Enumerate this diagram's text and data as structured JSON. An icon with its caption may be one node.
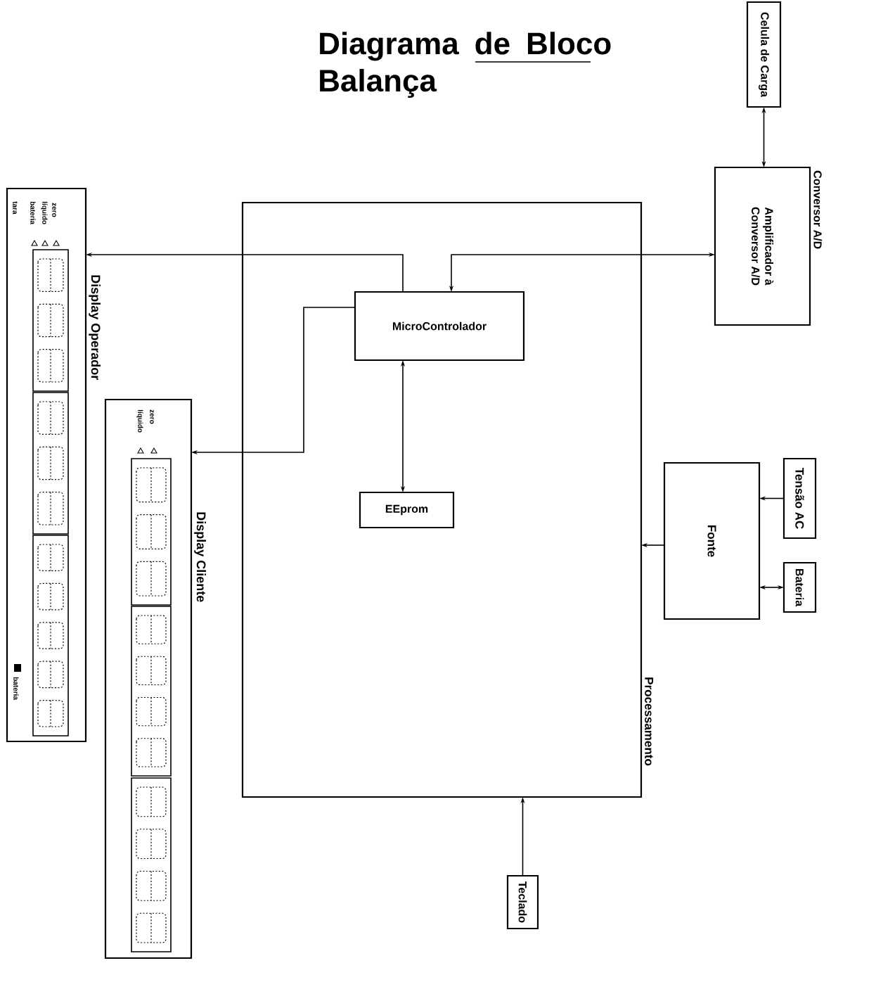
{
  "diagram": {
    "title": "Diagrama de Bloco Balança",
    "nodes": [
      {
        "text": [
          "Celula de Carga"
        ]
      },
      {
        "text": [
          "Conversor A/D",
          "Amplificador à Conversor A/D"
        ]
      },
      {
        "text": [
          "Processamento"
        ]
      },
      {
        "text": [
          "MicroControlador"
        ],
        "in": 2
      },
      {
        "text": [
          "EEprom"
        ],
        "in": 2
      },
      {
        "text": [
          "Display Operador",
          "zero",
          "líquido",
          "bateria",
          "tara",
          "bateria"
        ]
      },
      {
        "text": [
          "Display Cliente",
          "zero",
          "líquido"
        ]
      },
      {
        "text": [
          "Fonte"
        ]
      },
      {
        "text": [
          "Tensão AC"
        ]
      },
      {
        "text": [
          "Bateria"
        ]
      },
      {
        "text": [
          "Teclado"
        ]
      }
    ],
    "edges": [
      {
        "from": 0,
        "to": 1,
        "arrow": "both"
      },
      {
        "from": 3,
        "to": 1,
        "arrow": "both"
      },
      {
        "from": 3,
        "to": 5,
        "arrow": "to"
      },
      {
        "from": 3,
        "to": 6,
        "arrow": "to"
      },
      {
        "from": 3,
        "to": 4,
        "arrow": "both"
      },
      {
        "from": 7,
        "to": 2,
        "arrow": "to"
      },
      {
        "from": 8,
        "to": 7,
        "arrow": "to"
      },
      {
        "from": 9,
        "to": 7,
        "arrow": "both"
      },
      {
        "from": 10,
        "to": 2,
        "arrow": "to"
      }
    ]
  }
}
